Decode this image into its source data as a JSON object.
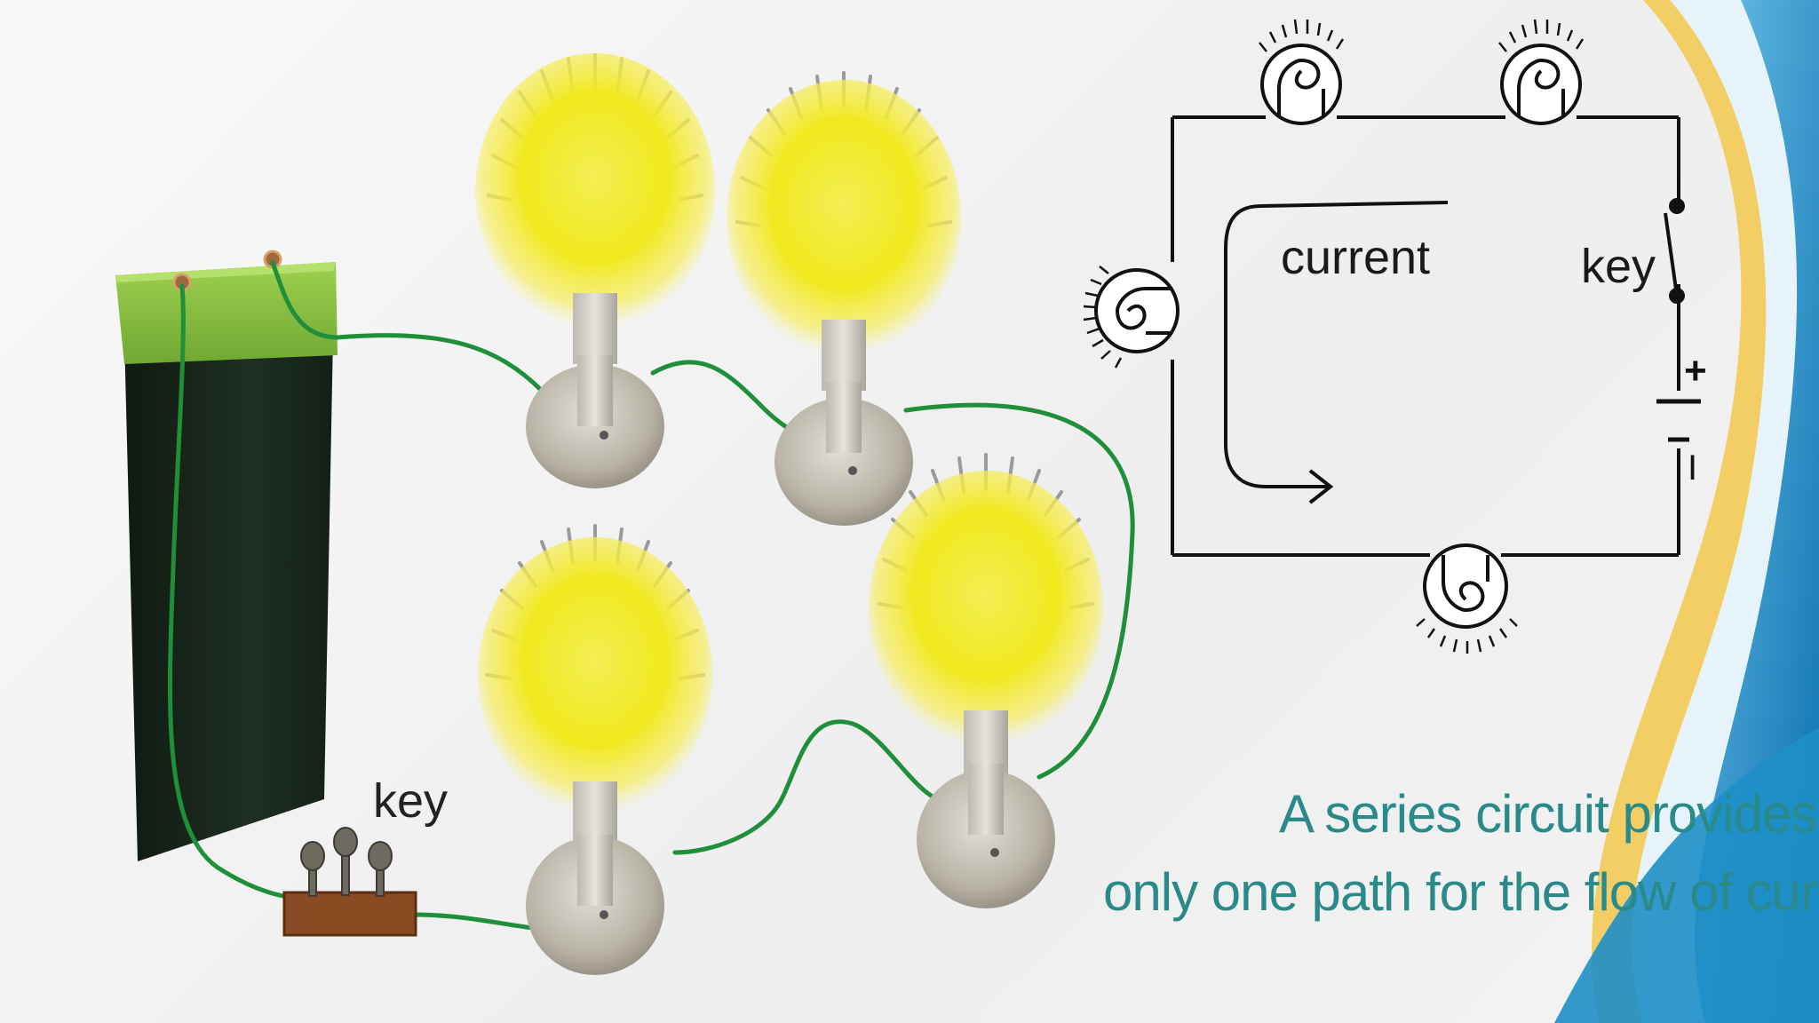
{
  "illustration": {
    "key_label": "key"
  },
  "schematic": {
    "current_label": "current",
    "key_label": "key",
    "plus_sign": "+",
    "minus_sign": "I"
  },
  "caption": {
    "line1": "A series circuit provides",
    "line2": "only one path for the flow of current."
  },
  "colors": {
    "wire": "#1f8f3a",
    "bulb_glow": "#f5ea1a",
    "battery_top": "#8cc63f",
    "battery_body": "#1c2a1e",
    "key_base": "#8a4b22",
    "caption_text": "#2a8a8a",
    "accent_blue": "#1e8fc8",
    "accent_gold": "#f2c84b"
  }
}
